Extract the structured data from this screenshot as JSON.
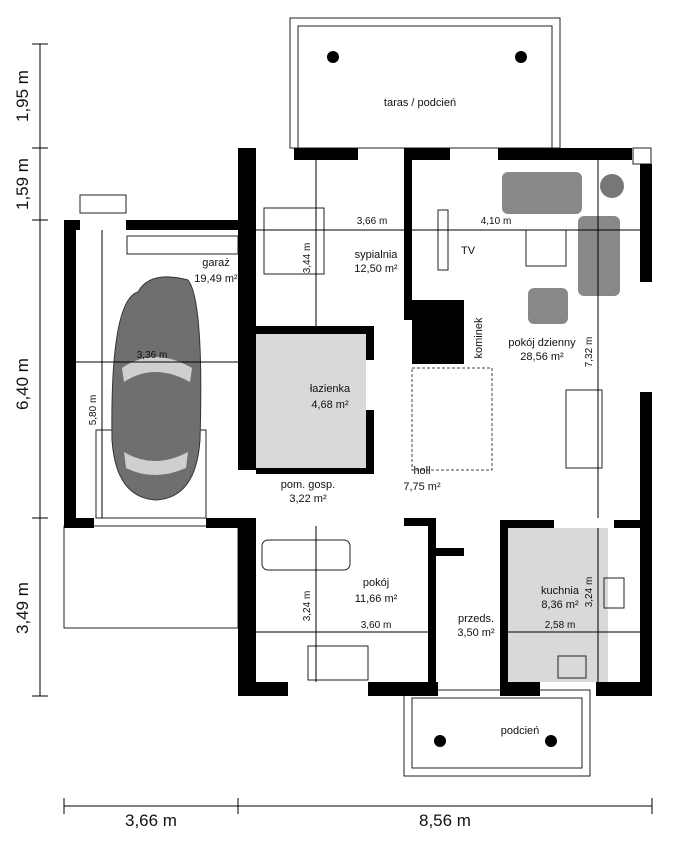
{
  "rooms": [
    {
      "name": "taras / podcień"
    },
    {
      "name": "sypialnia",
      "area": "12,50 m²"
    },
    {
      "name": "garaż",
      "area": "19,49 m²"
    },
    {
      "name": "łazienka",
      "area": "4,68 m²"
    },
    {
      "name": "pom. gosp.",
      "area": "3,22 m²"
    },
    {
      "name": "holl",
      "area": "7,75 m²"
    },
    {
      "name": "pokój dzienny",
      "area": "28,56 m²"
    },
    {
      "name": "pokój",
      "area": "11,66 m²"
    },
    {
      "name": "przeds.",
      "area": "3,50 m²"
    },
    {
      "name": "kuchnia",
      "area": "8,36 m²"
    },
    {
      "name": "podcień"
    }
  ],
  "labels": {
    "tv": "TV",
    "kominek": "kominek"
  },
  "inner_dimensions": [
    "3,66 m",
    "4,10 m",
    "3,44 m",
    "3,36 m",
    "5,80 m",
    "7,32 m",
    "3,24 m",
    "3,60 m",
    "3,24 m",
    "2,58 m"
  ],
  "outer_dimensions": {
    "bottom": [
      "3,66 m",
      "8,56 m"
    ],
    "left": [
      "1,95 m",
      "1,59 m",
      "6,40 m",
      "3,49 m"
    ]
  }
}
